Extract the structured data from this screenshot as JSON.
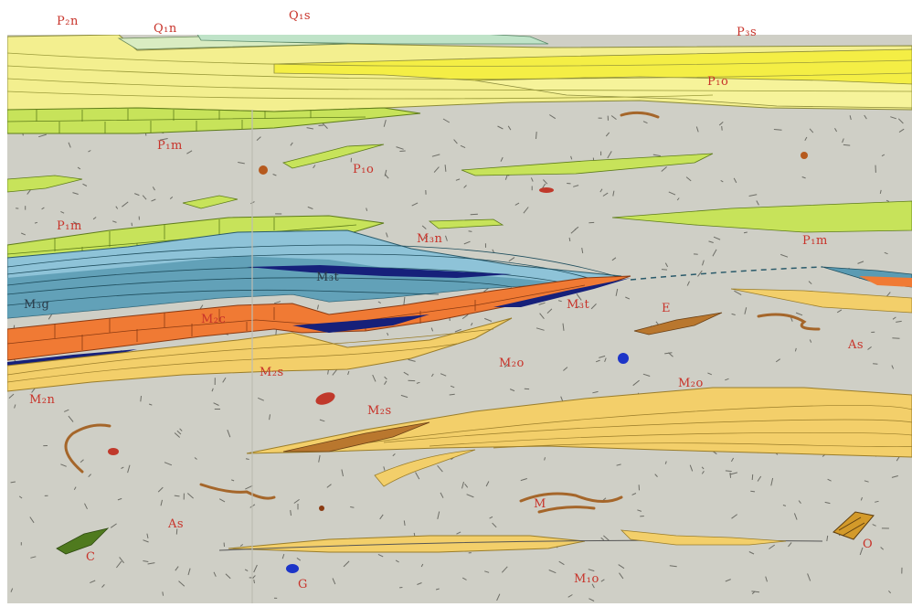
{
  "figure": {
    "colors": {
      "paper": "#ffffff",
      "matrix": "#cfcfc6",
      "matrix_speck": "#6d6d66",
      "yellow_pale": "#f3ef8f",
      "yellow_bright": "#f4ee45",
      "green_lime": "#c7e35a",
      "green_line": "#7a9a2a",
      "blue_light": "#8ec3d8",
      "blue_mid": "#5a9bb3",
      "blue_dark": "#2b4f9c",
      "navy": "#16207a",
      "orange": "#f07a34",
      "orange_line": "#8a3a12",
      "ochre": "#f3cf6a",
      "ochre_line": "#9a7d2a",
      "brown": "#b9772e",
      "red_nodule": "#c0392b",
      "blue_nodule": "#1d35c8",
      "dark_green": "#4f7a1e"
    },
    "labels": {
      "p2n": "P₂n",
      "q1n": "Q₁n",
      "q1s": "Q₁s",
      "p3s": "P₃s",
      "p1o_upper": "P₁o",
      "p1m_upper": "P₁m",
      "p1o_left": "P₁o",
      "p1m_left": "P₁m",
      "m3n": "M₃n",
      "p1m_right": "P₁m",
      "m3t": "M₃t",
      "m3g": "M₃g",
      "m3t_right": "M₃t",
      "m2c": "M₂c",
      "e": "E",
      "as_right": "As",
      "m2o_center": "M₂o",
      "m2s_upper": "M₂s",
      "m2o_right": "M₂o",
      "m2n": "M₂n",
      "m2s_lower": "M₂s",
      "m": "M",
      "as_left": "As",
      "c": "C",
      "g": "G",
      "o": "O",
      "m1o": "M₁o"
    }
  }
}
